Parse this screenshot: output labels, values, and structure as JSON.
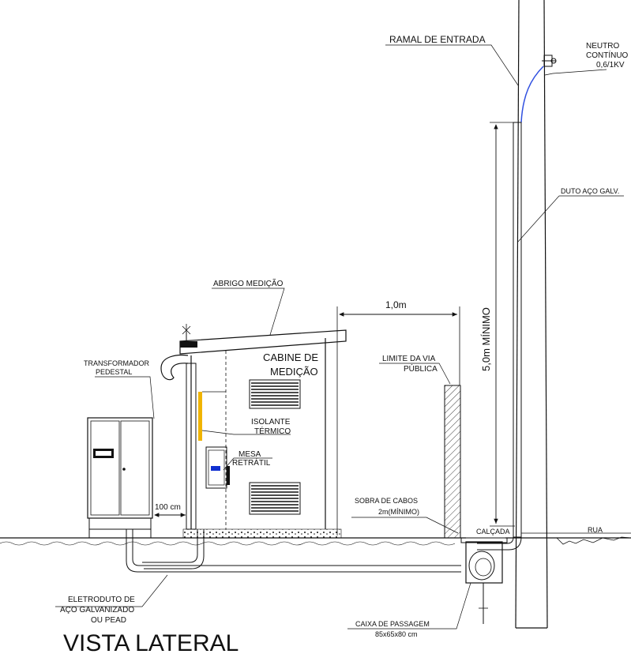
{
  "title": "VISTA LATERAL",
  "labels": {
    "ramal_entrada": "RAMAL DE ENTRADA",
    "neutro_line1": "NEUTRO",
    "neutro_line2": "CONTÍNUO",
    "neutro_line3": "0,6/1KV",
    "duto": "DUTO AÇO GALV.",
    "abrigo": "ABRIGO MEDIÇÃO",
    "cabine_line1": "CABINE DE",
    "cabine_line2": "MEDIÇÃO",
    "dist_1m": "1,0m",
    "altura_min": "5,0m MÍNIMO",
    "limite_line1": "LIMITE DA VIA",
    "limite_line2": "PÚBLICA",
    "transformador_line1": "TRANSFORMADOR",
    "transformador_line2": "PEDESTAL",
    "isolante_line1": "ISOLANTE",
    "isolante_line2": "TÉRMICO",
    "mesa_line1": "MESA",
    "mesa_line2": "RETRÁTIL",
    "dist_100cm": "100 cm",
    "sobra_line1": "SOBRA DE CABOS",
    "sobra_line2": "2m(MÍNIMO)",
    "calcada": "CALÇADA",
    "rua": "RUA",
    "eletroduto_line1": "ELETRODUTO DE",
    "eletroduto_line2": "AÇO GALVANIZADO",
    "eletroduto_line3": "OU PEAD",
    "caixa_line1": "CAIXA DE PASSAGEM",
    "caixa_line2": "85x65x80 cm"
  },
  "colors": {
    "line": "#111111",
    "insulation": "#f0b400",
    "meter_blue": "#1030d0",
    "neutral_cable": "#3050e0"
  }
}
